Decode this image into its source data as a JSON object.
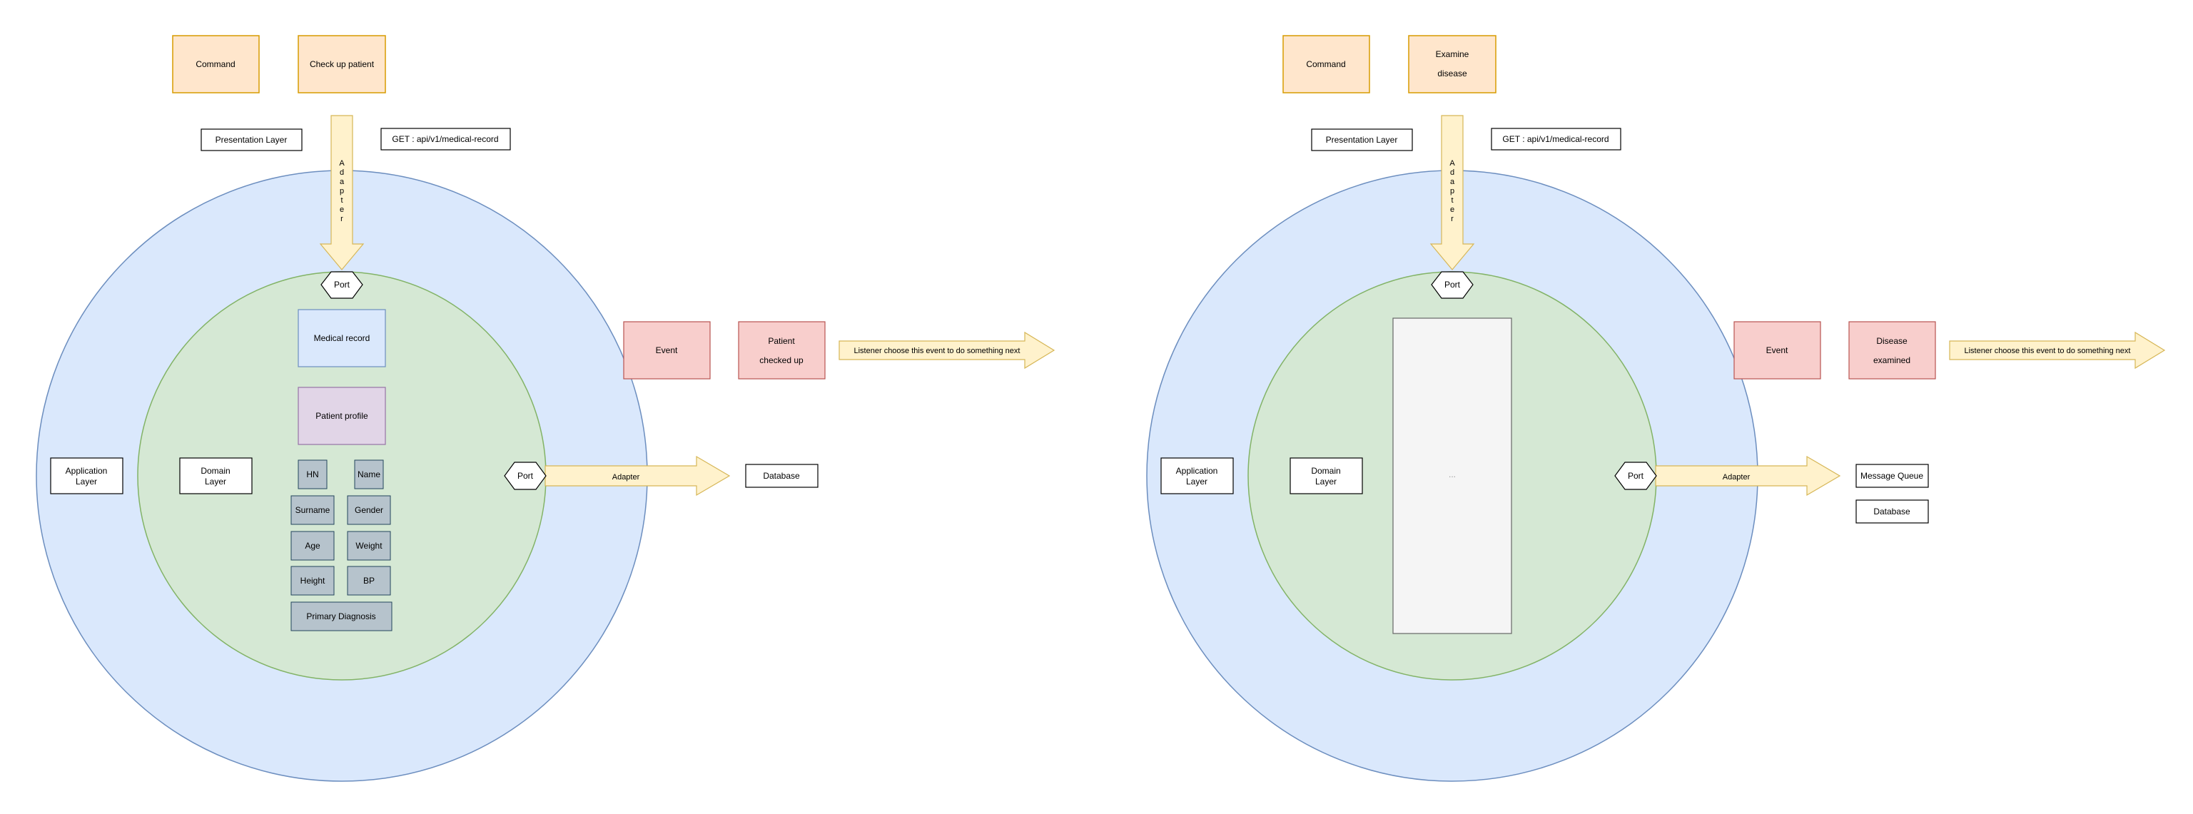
{
  "colors": {
    "outer_circle_fill": "#dae8fc",
    "outer_circle_stroke": "#6c8ebf",
    "inner_circle_fill": "#d5e8d4",
    "inner_circle_stroke": "#82b366",
    "command_fill": "#ffe6cc",
    "command_stroke": "#d79b00",
    "event_fill": "#f8cecc",
    "event_stroke": "#b85450",
    "adapter_fill": "#fff2cc",
    "adapter_stroke": "#d6b656",
    "medical_record_fill": "#dae8fc",
    "medical_record_stroke": "#6c8ebf",
    "patient_profile_fill": "#e1d5e7",
    "patient_profile_stroke": "#9673a6",
    "field_fill": "#b6c3cc",
    "field_stroke": "#23445d",
    "placeholder_fill": "#f5f5f5",
    "placeholder_stroke": "#666666"
  },
  "left": {
    "command_label": "Command",
    "action_label": "Check up patient",
    "presentation_layer_label": "Presentation Layer",
    "endpoint_label": "GET : api/v1/medical-record",
    "adapter_vertical_label": "Adapter",
    "port_top_label": "Port",
    "medical_record_label": "Medical record",
    "patient_profile_label": "Patient profile",
    "fields": {
      "hn": "HN",
      "name": "Name",
      "surname": "Surname",
      "gender": "Gender",
      "age": "Age",
      "weight": "Weight",
      "height": "Height",
      "bp": "BP",
      "primary_diagnosis": "Primary Diagnosis"
    },
    "application_layer_line1": "Application",
    "application_layer_line2": "Layer",
    "domain_layer_line1": "Domain",
    "domain_layer_line2": "Layer",
    "port_right_label": "Port",
    "adapter_horizontal_label": "Adapter",
    "database_label": "Database",
    "event_label": "Event",
    "event_name_line1": "Patient",
    "event_name_line2": "checked up",
    "listener_label": "Listener choose this event to do something next"
  },
  "right": {
    "command_label": "Command",
    "action_line1": "Examine",
    "action_line2": "disease",
    "presentation_layer_label": "Presentation Layer",
    "endpoint_label": "GET : api/v1/medical-record",
    "adapter_vertical_label": "Adapter",
    "port_top_label": "Port",
    "placeholder_label": "...",
    "application_layer_line1": "Application",
    "application_layer_line2": "Layer",
    "domain_layer_line1": "Domain",
    "domain_layer_line2": "Layer",
    "port_right_label": "Port",
    "adapter_horizontal_label": "Adapter",
    "message_queue_label": "Message Queue",
    "database_label": "Database",
    "event_label": "Event",
    "event_name_line1": "Disease",
    "event_name_line2": "examined",
    "listener_label": "Listener choose this event to do something next"
  }
}
